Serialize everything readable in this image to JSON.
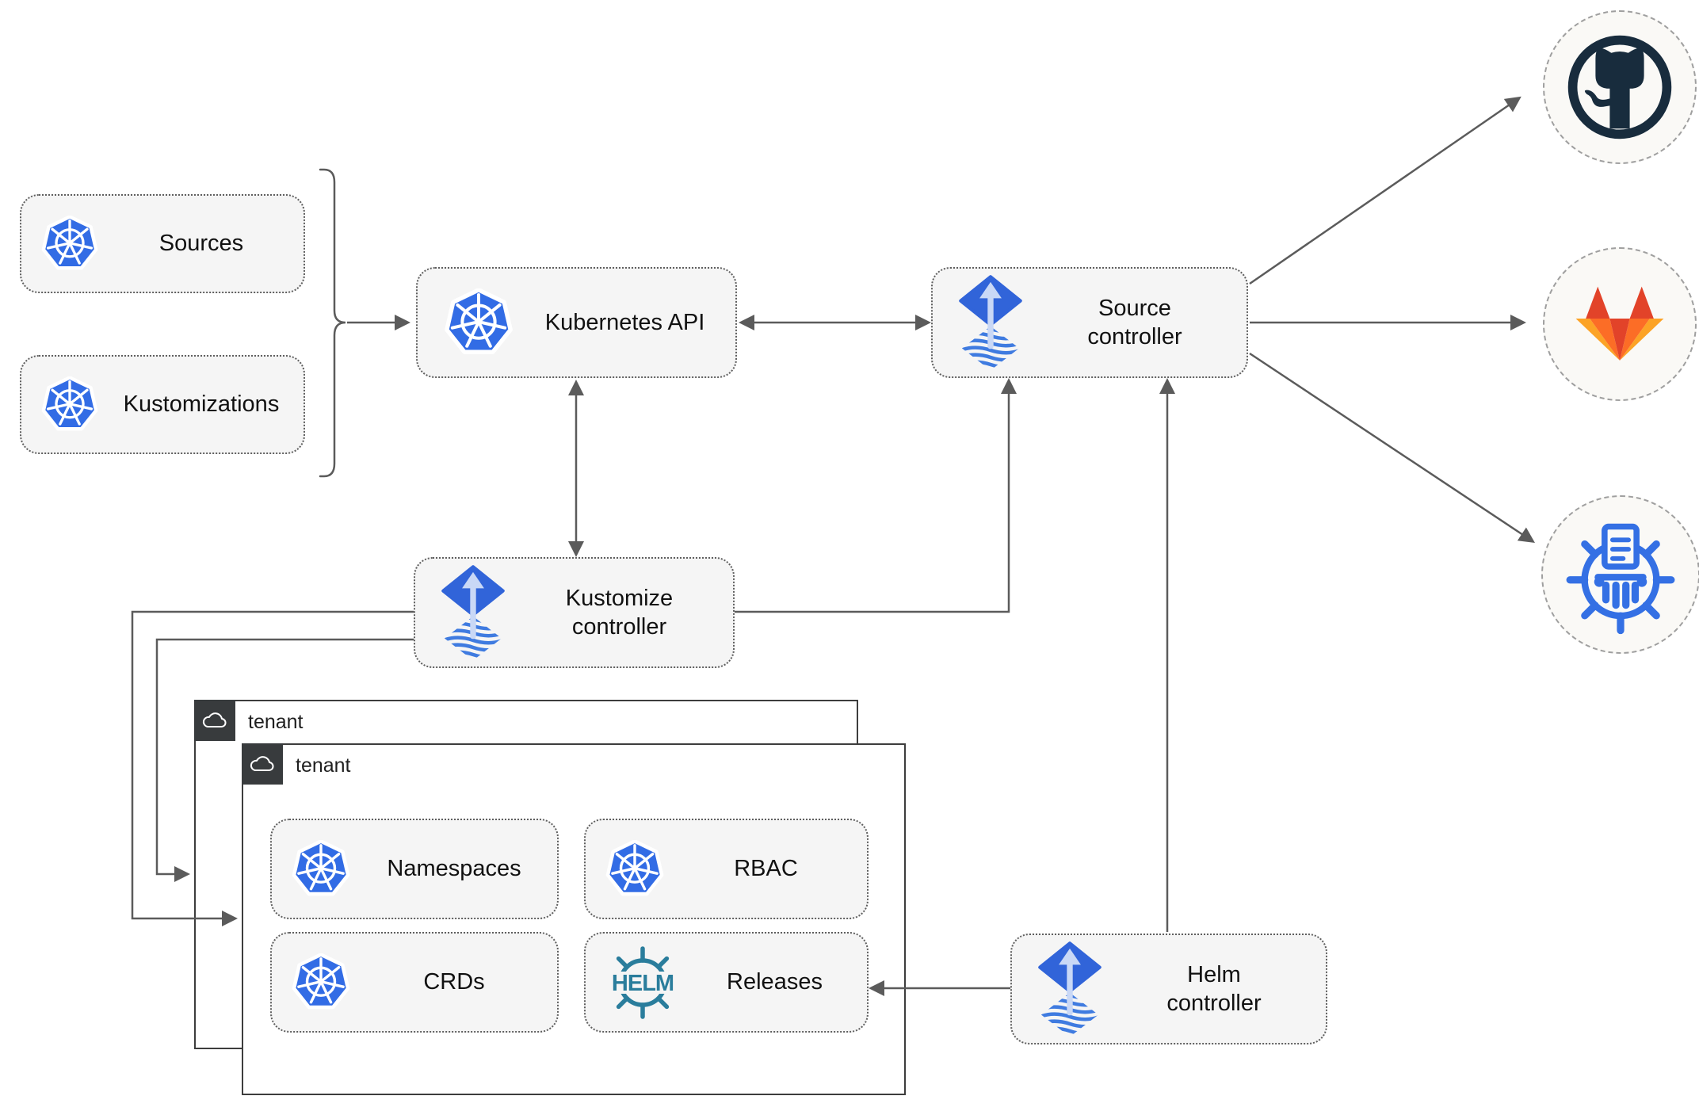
{
  "diagram": {
    "nodes": {
      "sources": {
        "label": "Sources",
        "icon": "kubernetes-icon"
      },
      "kustomizations": {
        "label": "Kustomizations",
        "icon": "kubernetes-icon"
      },
      "kubernetes_api": {
        "label": "Kubernetes API",
        "icon": "kubernetes-icon"
      },
      "source_controller": {
        "label": "Source controller",
        "icon": "flux-icon"
      },
      "kustomize_controller": {
        "label": "Kustomize controller",
        "icon": "flux-icon"
      },
      "helm_controller": {
        "label": "Helm controller",
        "icon": "flux-icon"
      },
      "namespaces": {
        "label": "Namespaces",
        "icon": "kubernetes-icon"
      },
      "rbac": {
        "label": "RBAC",
        "icon": "kubernetes-icon"
      },
      "crds": {
        "label": "CRDs",
        "icon": "kubernetes-icon"
      },
      "releases": {
        "label": "Releases",
        "icon": "helm-icon"
      }
    },
    "groups": {
      "tenant_back": {
        "label": "tenant",
        "icon": "cloud-icon"
      },
      "tenant_front": {
        "label": "tenant",
        "icon": "cloud-icon"
      }
    },
    "endpoints": {
      "github": {
        "icon": "github-icon"
      },
      "gitlab": {
        "icon": "gitlab-icon"
      },
      "bucket": {
        "icon": "bucket-registry-icon"
      }
    },
    "logo_text": {
      "helm": "HELM"
    },
    "colors": {
      "kubernetes_blue": "#326ce5",
      "flux_blue": "#3164d9",
      "flux_light": "#c9d8f6",
      "helm_teal": "#2a7d9c",
      "github_dark": "#182c3d",
      "gitlab_red": "#e24329",
      "gitlab_orange": "#fc6d26",
      "gitlab_amber": "#fca326",
      "arrow_gray": "#5b5b5b",
      "node_fill": "#f5f5f5",
      "group_header": "#383b3d"
    }
  }
}
